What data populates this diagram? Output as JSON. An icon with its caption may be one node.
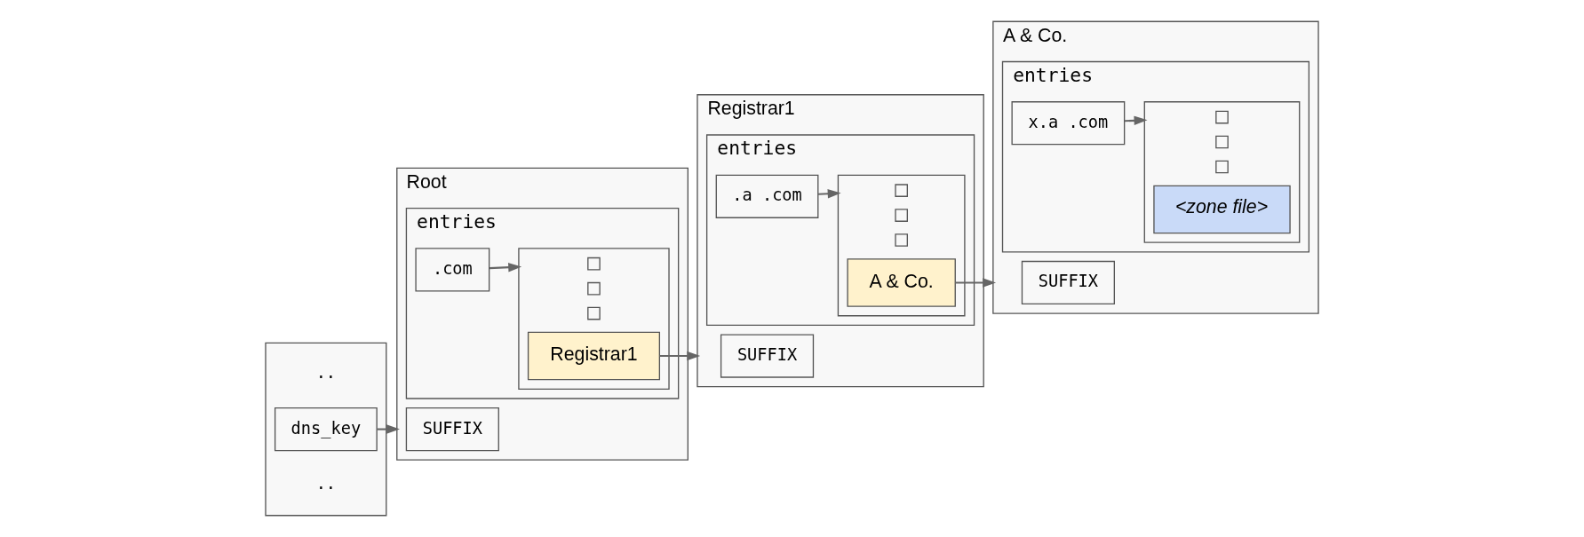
{
  "diagram": {
    "nodes": [
      {
        "text": [],
        "shape": "box"
      },
      {
        "text": [
          ".."
        ],
        "in": 0
      },
      {
        "text": [
          "dns_key"
        ],
        "in": 0
      },
      {
        "text": [
          ".."
        ],
        "in": 0
      },
      {
        "text": [
          "Root"
        ]
      },
      {
        "text": [
          "SUFFIX"
        ],
        "in": 4
      },
      {
        "text": [
          "entries"
        ],
        "in": 4
      },
      {
        "text": [
          ".com"
        ],
        "in": 6
      },
      {
        "text": [],
        "shape": "box",
        "in": 6
      },
      {
        "text": [],
        "shape": "box",
        "in": 8
      },
      {
        "text": [],
        "shape": "box",
        "in": 8
      },
      {
        "text": [],
        "shape": "box",
        "in": 8
      },
      {
        "text": [
          "Registrar1"
        ],
        "in": 8
      },
      {
        "text": [
          "Registrar1"
        ]
      },
      {
        "text": [
          "SUFFIX"
        ],
        "in": 13
      },
      {
        "text": [
          "entries"
        ],
        "in": 13
      },
      {
        "text": [
          ".a .com"
        ],
        "in": 15
      },
      {
        "text": [],
        "shape": "box",
        "in": 15
      },
      {
        "text": [],
        "shape": "box",
        "in": 17
      },
      {
        "text": [],
        "shape": "box",
        "in": 17
      },
      {
        "text": [],
        "shape": "box",
        "in": 17
      },
      {
        "text": [
          "A & Co."
        ],
        "in": 17
      },
      {
        "text": [
          "A & Co."
        ]
      },
      {
        "text": [
          "SUFFIX"
        ],
        "in": 22
      },
      {
        "text": [
          "entries"
        ],
        "in": 22
      },
      {
        "text": [
          "x.a .com"
        ],
        "in": 24
      },
      {
        "text": [],
        "shape": "box",
        "in": 24
      },
      {
        "text": [],
        "shape": "box",
        "in": 26
      },
      {
        "text": [],
        "shape": "box",
        "in": 26
      },
      {
        "text": [],
        "shape": "box",
        "in": 26
      },
      {
        "text": [
          "<zone file>"
        ],
        "in": 26
      }
    ],
    "edges": [
      {
        "from": 2,
        "to": 4,
        "arrow": "to"
      },
      {
        "from": 7,
        "to": 8,
        "arrow": "to"
      },
      {
        "from": 12,
        "to": 13,
        "arrow": "to"
      },
      {
        "from": 16,
        "to": 17,
        "arrow": "to"
      },
      {
        "from": 21,
        "to": 22,
        "arrow": "to"
      },
      {
        "from": 25,
        "to": 26,
        "arrow": "to"
      }
    ]
  }
}
